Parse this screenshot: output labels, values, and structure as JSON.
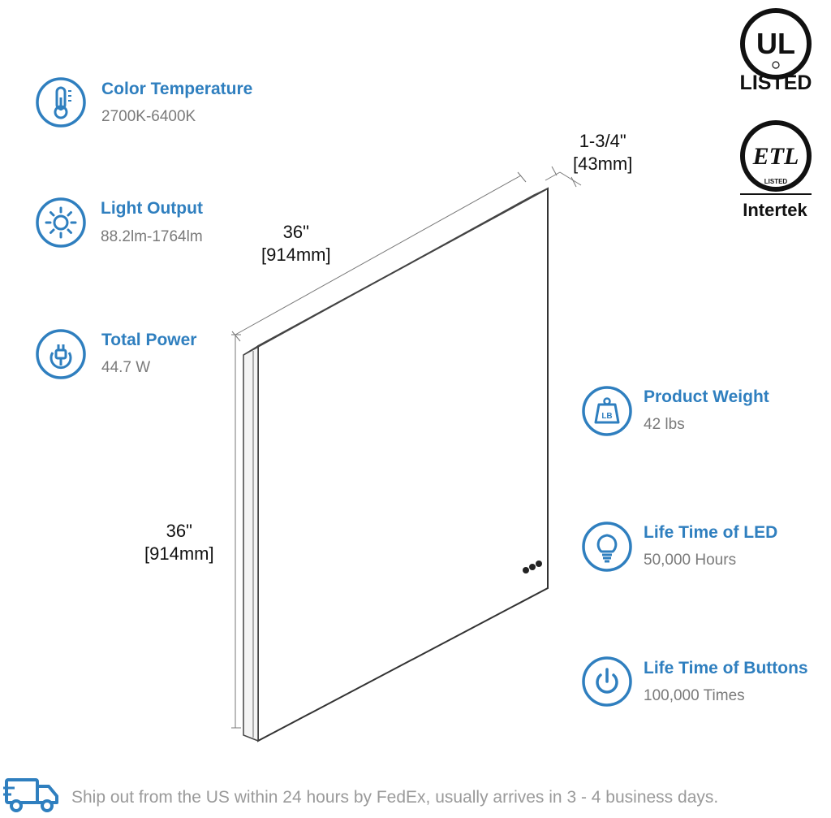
{
  "specs": {
    "color_temperature": {
      "title": "Color Temperature",
      "value": "2700K-6400K",
      "icon": "thermometer-icon"
    },
    "light_output": {
      "title": "Light Output",
      "value": "88.2lm-1764lm",
      "icon": "sun-icon"
    },
    "total_power": {
      "title": "Total Power",
      "value": "44.7 W",
      "icon": "plug-icon"
    },
    "product_weight": {
      "title": "Product Weight",
      "value": "42 lbs",
      "icon": "weight-icon",
      "icon_text": "LB"
    },
    "life_led": {
      "title": "Life Time of LED",
      "value": "50,000 Hours",
      "icon": "lightbulb-icon"
    },
    "life_buttons": {
      "title": "Life Time of Buttons",
      "value": "100,000 Times",
      "icon": "power-icon"
    }
  },
  "dimensions": {
    "depth_in": "1-3/4\"",
    "depth_mm": "[43mm]",
    "width_in": "36\"",
    "width_mm": "[914mm]",
    "height_in": "36\"",
    "height_mm": "[914mm]"
  },
  "certifications": {
    "ul_text": "UL",
    "ul_label": "LISTED",
    "etl_text": "ETL",
    "etl_sub": "LISTED",
    "etl_brand": "Intertek"
  },
  "shipping": {
    "text": "Ship out from the US within 24 hours by FedEx, usually arrives in 3 - 4 business days.",
    "icon": "truck-icon"
  },
  "colors": {
    "accent": "#2f7fbf",
    "muted": "#7a7a7a"
  }
}
